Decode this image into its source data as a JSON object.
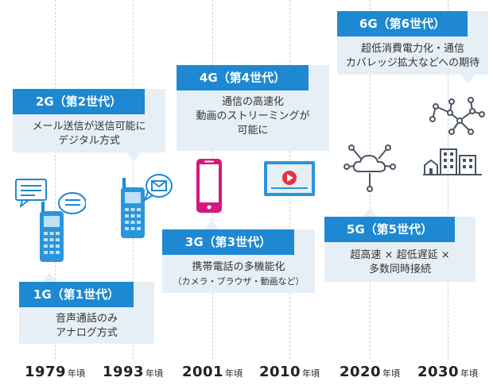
{
  "generations": [
    {
      "title": "1G（第1世代）",
      "lines": [
        "音声通話のみ",
        "アナログ方式"
      ]
    },
    {
      "title": "2G（第2世代）",
      "lines": [
        "メール送信が送信可能に",
        "デジタル方式"
      ]
    },
    {
      "title": "3G（第3世代）",
      "lines": [
        "携帯電話の多機能化",
        "（カメラ・ブラウザ・動画など）"
      ]
    },
    {
      "title": "4G（第4世代）",
      "lines": [
        "通信の高速化",
        "動画のストリーミングが",
        "可能に"
      ]
    },
    {
      "title": "5G（第5世代）",
      "lines": [
        "超高速 × 超低遅延 ×",
        "多数同時接続"
      ]
    },
    {
      "title": "6G（第6世代）",
      "lines": [
        "超低消費電力化・通信",
        "カバレッジ拡大などへの期待"
      ]
    }
  ],
  "timeline": {
    "suffix": "年頃",
    "years": [
      "1979",
      "1993",
      "2001",
      "2010",
      "2020",
      "2030"
    ]
  },
  "colors": {
    "accent": "#1e88d2",
    "card": "#e7eff6",
    "phone": "#d6187e"
  },
  "icons": [
    "feature-phone-icon",
    "chat-bubble-icon",
    "mail-icon",
    "smartphone-icon",
    "video-player-icon",
    "cloud-network-icon",
    "network-graph-icon",
    "city-buildings-icon"
  ]
}
